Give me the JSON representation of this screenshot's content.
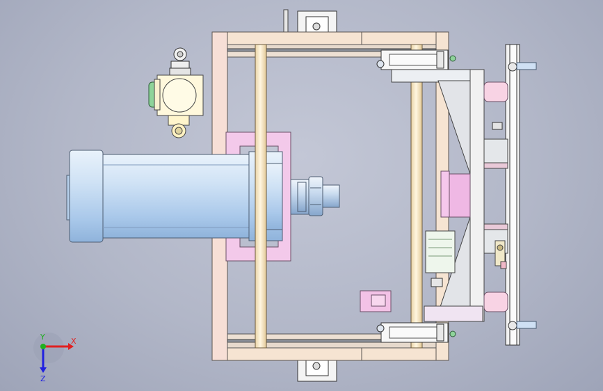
{
  "view": {
    "background_color": "#b8bccb",
    "triad": {
      "x_label": "X",
      "y_label": "Y",
      "z_label": "Z"
    }
  },
  "colors": {
    "frame": "#f6e4d2",
    "frame_stroke": "#5a5450",
    "cylinder_body": "#cfe2f5",
    "cylinder_dark": "#8fb3db",
    "pink_part": "#f3c9ea",
    "guide_rod": "#fbe9c6",
    "steel": "#e4e6ea",
    "green_cap": "#8ed39a",
    "axis_x": "#e02020",
    "axis_y": "#20b020",
    "axis_z": "#2020e0"
  }
}
